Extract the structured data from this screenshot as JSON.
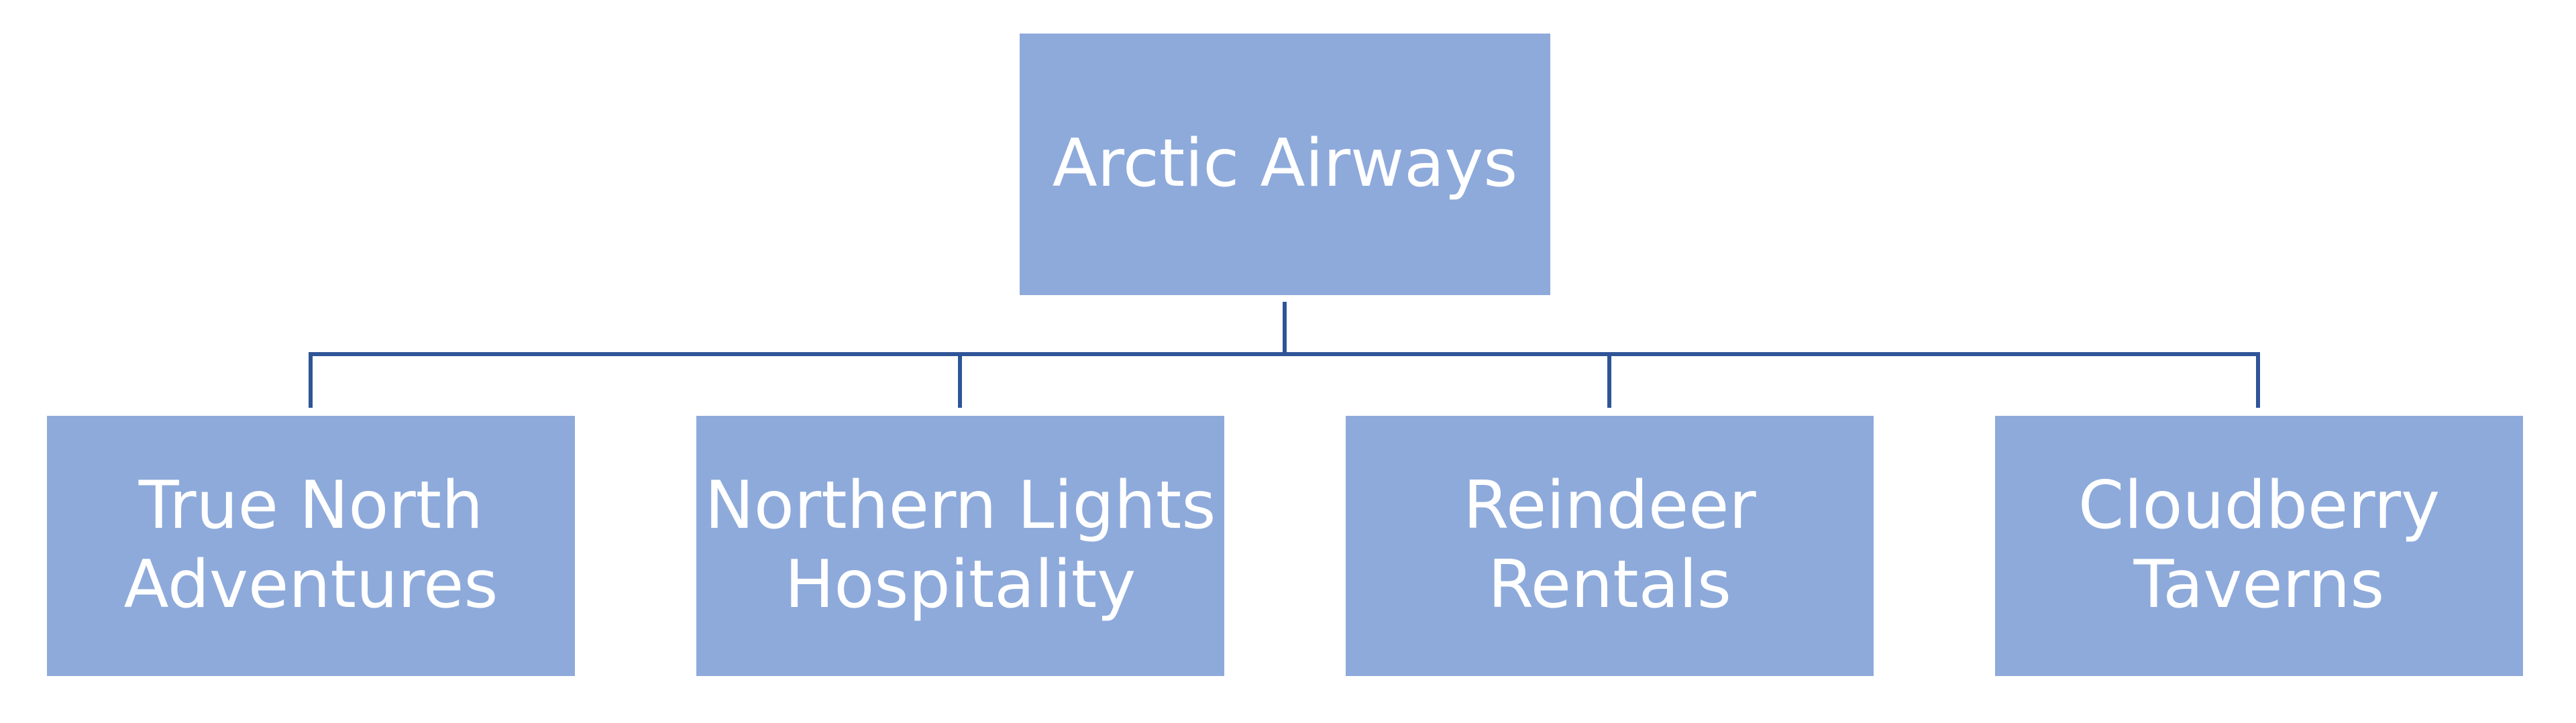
{
  "colors": {
    "node_fill": "#8eaadb",
    "node_text": "#ffffff",
    "connector": "#2f5597",
    "background": "#ffffff"
  },
  "diagram": {
    "root": {
      "label": "Arctic Airways"
    },
    "children": [
      {
        "label": "True North\nAdventures"
      },
      {
        "label": "Northern Lights\nHospitality"
      },
      {
        "label": "Reindeer Rentals"
      },
      {
        "label": "Cloudberry\nTaverns"
      }
    ]
  }
}
